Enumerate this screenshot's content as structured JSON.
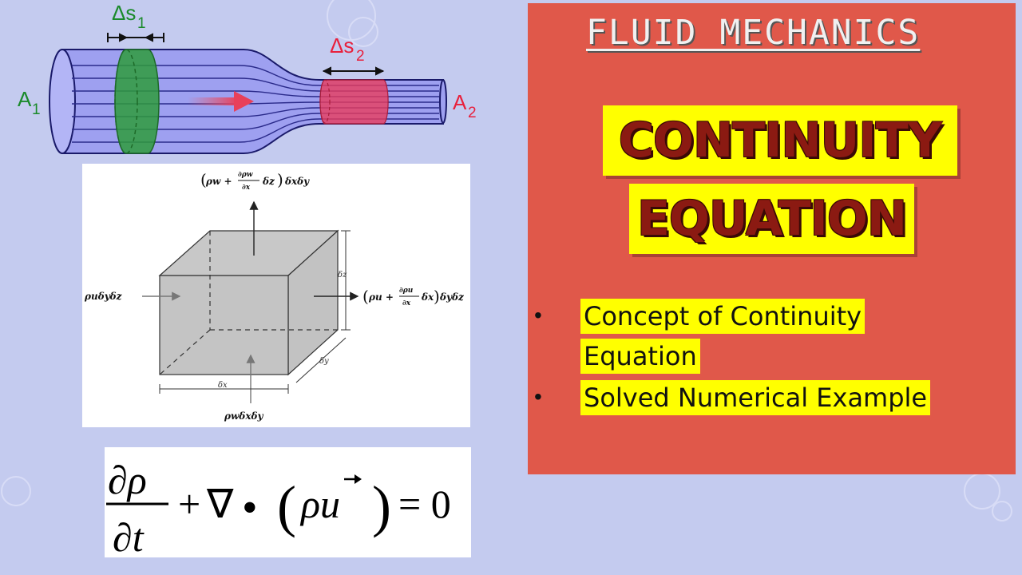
{
  "slide": {
    "subject": "FLUID MECHANICS",
    "title_line1": "CONTINUITY",
    "title_line2": "EQUATION",
    "bullets": [
      {
        "text_line1": "Concept of Continuity",
        "text_line2": "Equation"
      },
      {
        "text_line1": "Solved Numerical Example"
      }
    ]
  },
  "pipe_diagram": {
    "delta_s1": "Δs",
    "delta_s1_sub": "1",
    "delta_s2": "Δs",
    "delta_s2_sub": "2",
    "a1": "A",
    "a1_sub": "1",
    "a2": "A",
    "a2_sub": "2",
    "colors": {
      "section1": "#2e9b3c",
      "section2": "#e83c5c",
      "pipe_fill": "#9ea0f0",
      "label1": "#1a8a2a",
      "label2": "#e8203c"
    }
  },
  "cube_diagram": {
    "top_flux_a": "ρw +",
    "top_flux_num": "∂ρw",
    "top_flux_den": "∂x",
    "top_flux_b": "δz",
    "top_flux_c": "δxδy",
    "left_flux": "ρuδyδz",
    "right_flux_a": "ρu +",
    "right_flux_num": "∂ρu",
    "right_flux_den": "∂x",
    "right_flux_b": "δx",
    "right_flux_c": "δyδz",
    "bottom_flux": "ρwδxδy",
    "dim_x": "δx",
    "dim_y": "δy",
    "dim_z": "δz"
  },
  "equation": {
    "numerator": "∂ρ",
    "denominator": "∂t",
    "plus": "+",
    "nabla": "∇",
    "dot": "•",
    "lparen": "(",
    "rho_u": "ρu",
    "rparen": ")",
    "equals_zero": "= 0"
  }
}
